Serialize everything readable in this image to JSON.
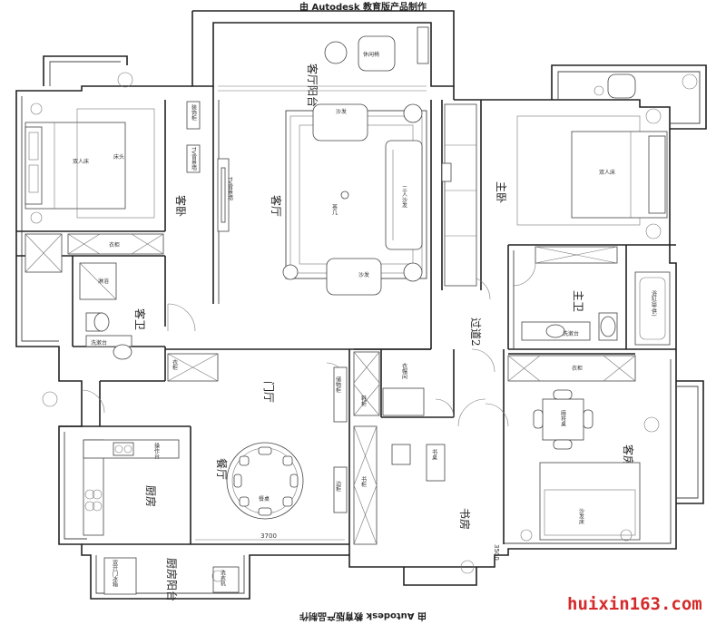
{
  "header_text": "由 Autodesk 教育版产品制作",
  "footer_text": "由 Autodesk 教育版产品制作",
  "watermark": "huixin163.com",
  "rooms": {
    "living_balcony": "客厅阳台",
    "living_room": "客厅",
    "guest_bedroom": "客卧",
    "guest_bath": "客卫",
    "master_bedroom": "主卧",
    "master_bath": "主卫",
    "corridor": "过道2",
    "foyer": "门厅",
    "dining": "餐厅",
    "kitchen": "厨房",
    "study": "书房",
    "guest_room": "客房",
    "kitchen_balcony": "厨房阳台"
  },
  "fixtures": {
    "double_bed_left": "双人床",
    "double_bed_right": "双人床",
    "bedding_left": "床头",
    "leisure_chair": "休闲椅",
    "sofa_top": "沙发",
    "sofa_bottom": "沙发",
    "three_seat_sofa": "三人沙发",
    "coffee_table": "茶几",
    "tv_cabinet": "TV背景墙",
    "tv_cabinet_small": "TV背景墙",
    "wardrobe_left": "衣柜",
    "wardrobe_mid": "衣柜",
    "wardrobe_right": "衣柜",
    "shower": "淋浴",
    "washbasin_left": "洗漱台",
    "washbasin_right": "洗漱台",
    "bathtub": "浴缸(甲供)",
    "cloakroom": "衣帽间",
    "shoe_cabinet": "鞋柜",
    "storage_cabinet": "储物柜",
    "dining_table": "餐桌",
    "side_cabinet": "边柜",
    "cooking_counter": "操作台",
    "bookshelf": "书柜",
    "desk": "书桌",
    "mahjong_table": "麻将桌",
    "sofa_bed": "沙发床",
    "laundry_cabinet": "洗衣机",
    "double_door_cabinet": "双开门冰箱",
    "storage_top": "储物柜",
    "decor_left": "装饰柜",
    "glass_sliding": "玻璃门"
  },
  "dimensions": {
    "dining_width": "3700",
    "study_width": "3500"
  }
}
